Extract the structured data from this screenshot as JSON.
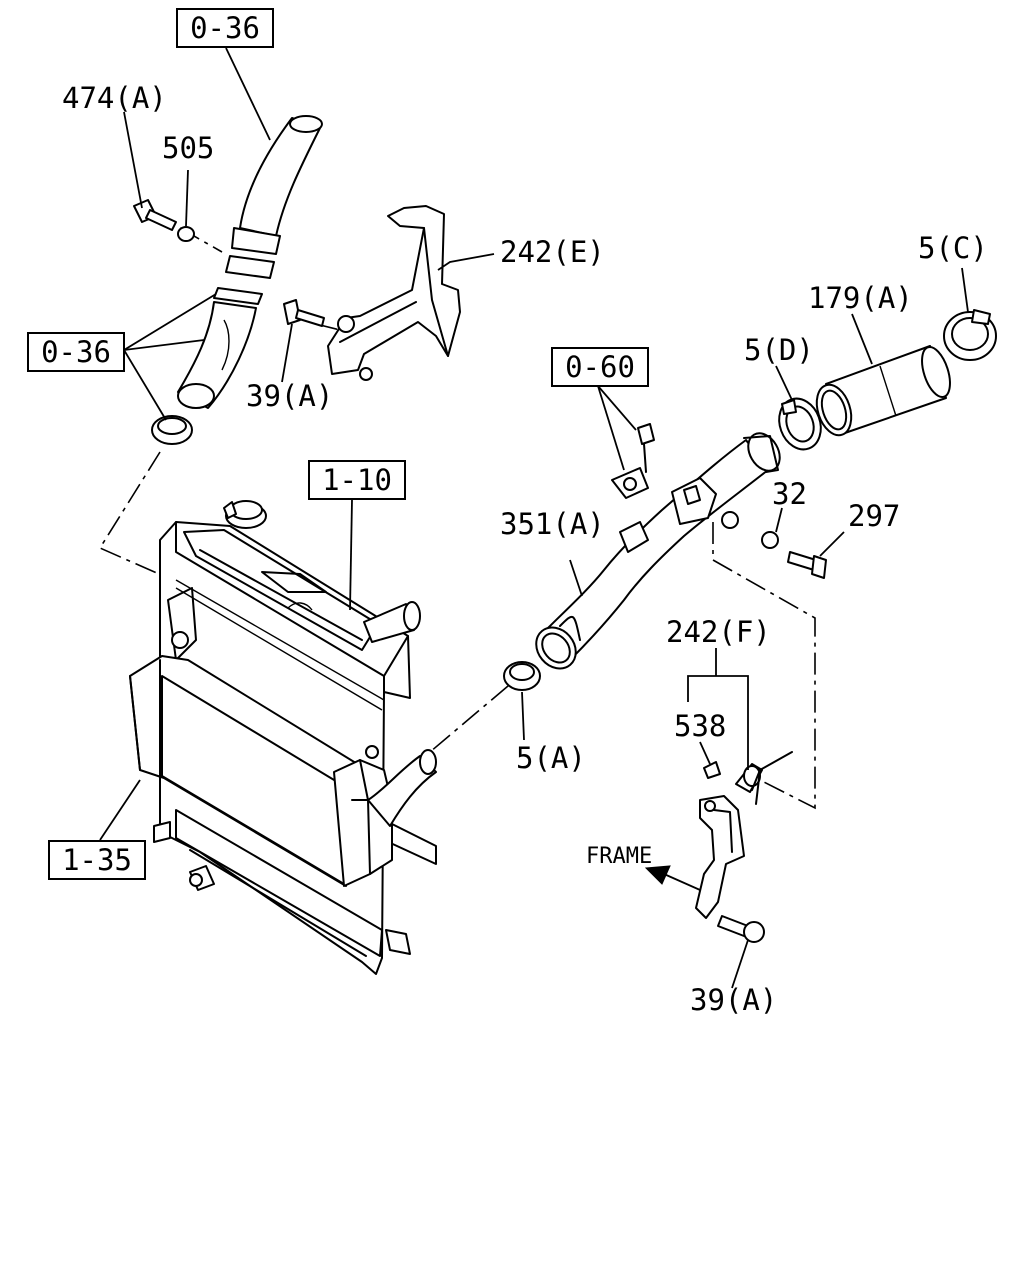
{
  "reference_boxes": {
    "top_hose_ref": "0-36",
    "lower_hose_ref": "0-36",
    "clip_ref": "0-60",
    "radiator_ref": "1-10",
    "intercooler_ref": "1-35"
  },
  "part_labels": {
    "p474a": "474(A)",
    "p505": "505",
    "p242e": "242(E)",
    "p39a_top": "39(A)",
    "p5c": "5(C)",
    "p179a": "179(A)",
    "p5d": "5(D)",
    "p32": "32",
    "p297": "297",
    "p351a": "351(A)",
    "p5a": "5(A)",
    "p242f": "242(F)",
    "p538": "538",
    "p39a_bottom": "39(A)"
  },
  "direction_label": "FRAME"
}
